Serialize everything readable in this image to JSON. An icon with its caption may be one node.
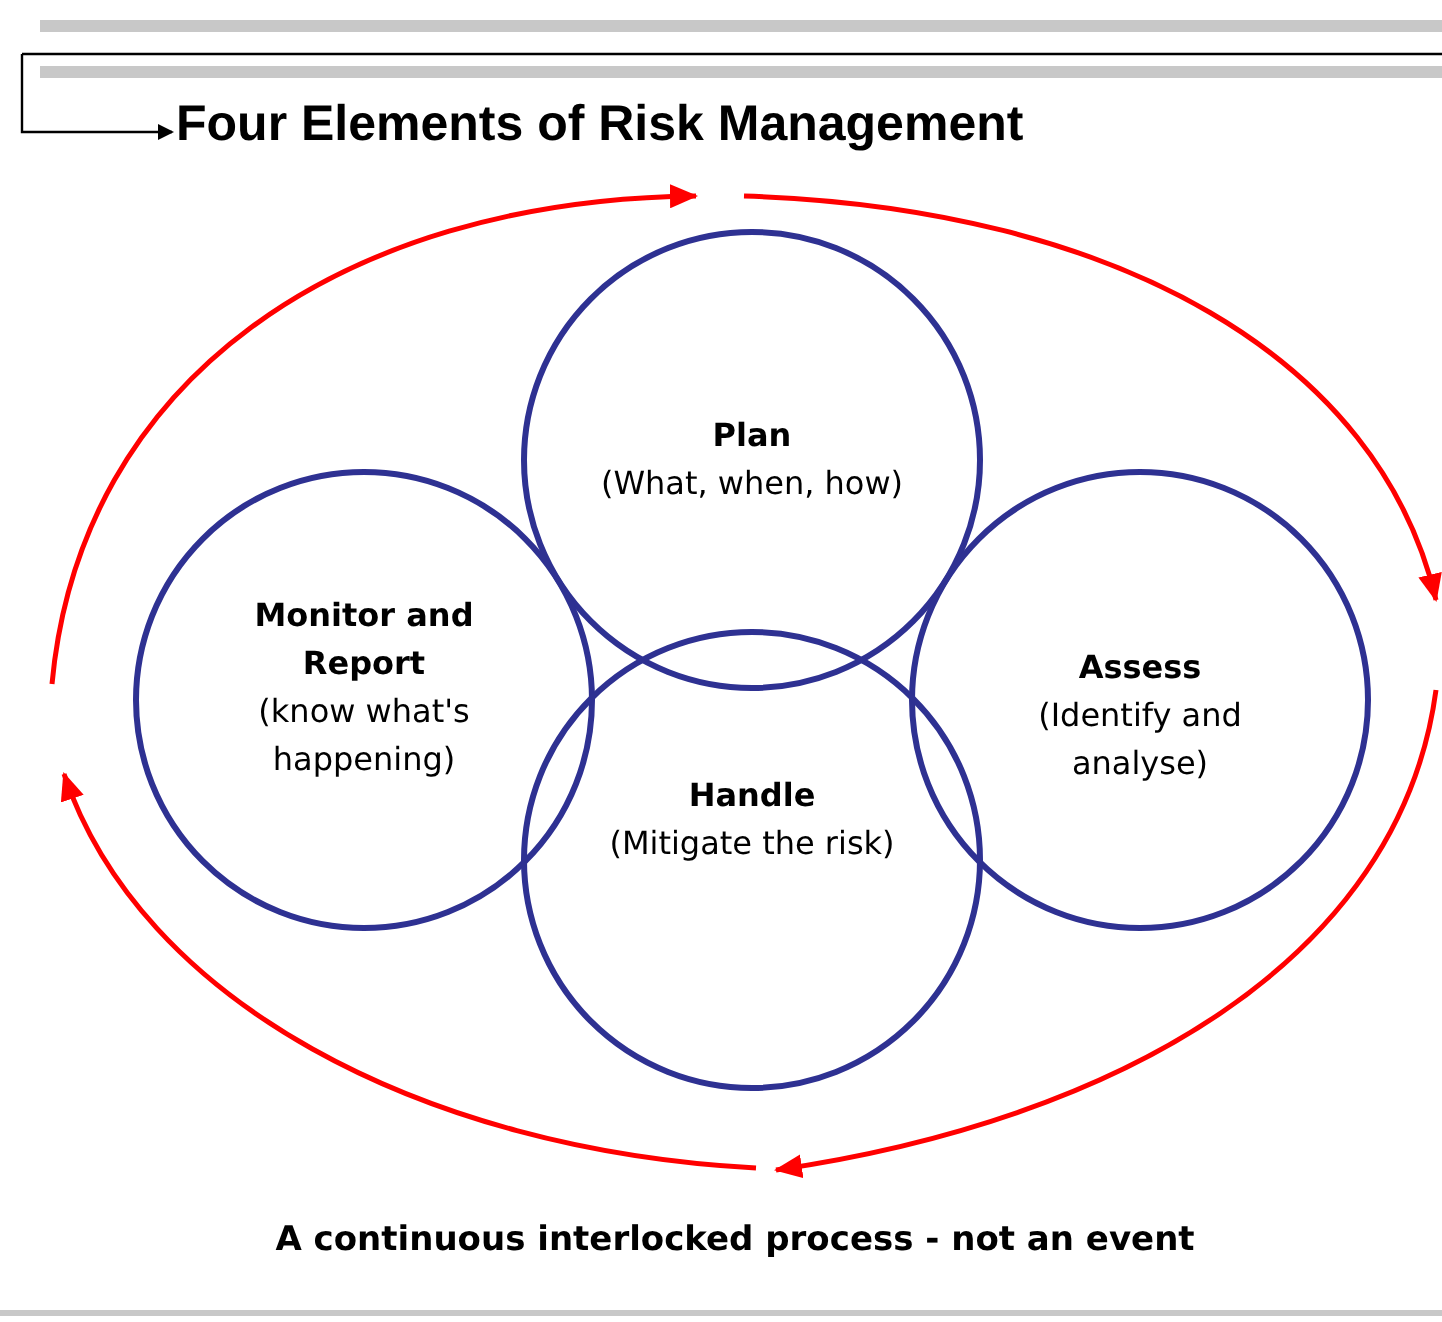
{
  "diagram": {
    "title": "Four Elements of Risk Management",
    "nodes": [
      {
        "text": [
          "Plan",
          "(What, when, how)"
        ]
      },
      {
        "text": [
          "Monitor and Report",
          "(know what's happening)"
        ]
      },
      {
        "text": [
          "Assess",
          "(Identify and analyse)"
        ]
      },
      {
        "text": [
          "Handle",
          "(Mitigate the risk)"
        ]
      }
    ],
    "caption": "A continuous interlocked process - not an event"
  }
}
